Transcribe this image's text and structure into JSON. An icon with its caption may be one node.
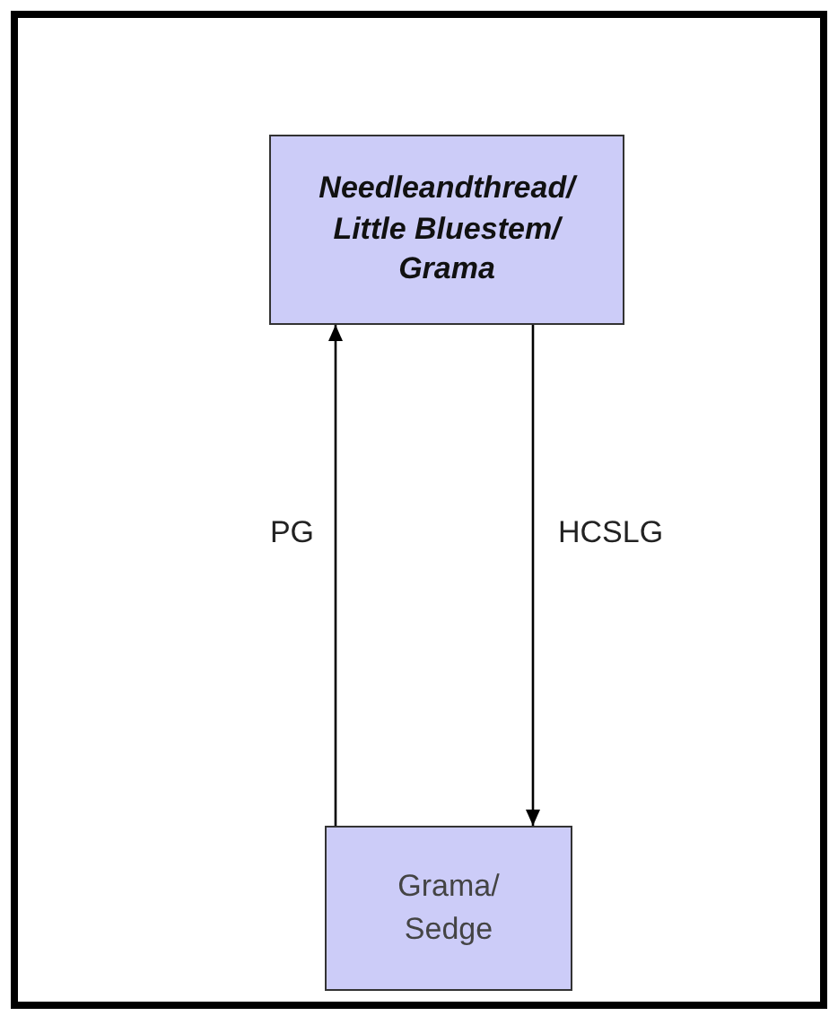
{
  "diagram": {
    "nodes": [
      {
        "text": [
          "Needleandthread/ Little Bluestem/ Grama"
        ]
      },
      {
        "text": [
          "Grama/ Sedge"
        ]
      }
    ],
    "edges": [
      {
        "from": 1,
        "to": 0,
        "arrow": "to",
        "label": "PG"
      },
      {
        "from": 0,
        "to": 1,
        "arrow": "to",
        "label": "HCSLG"
      }
    ]
  }
}
